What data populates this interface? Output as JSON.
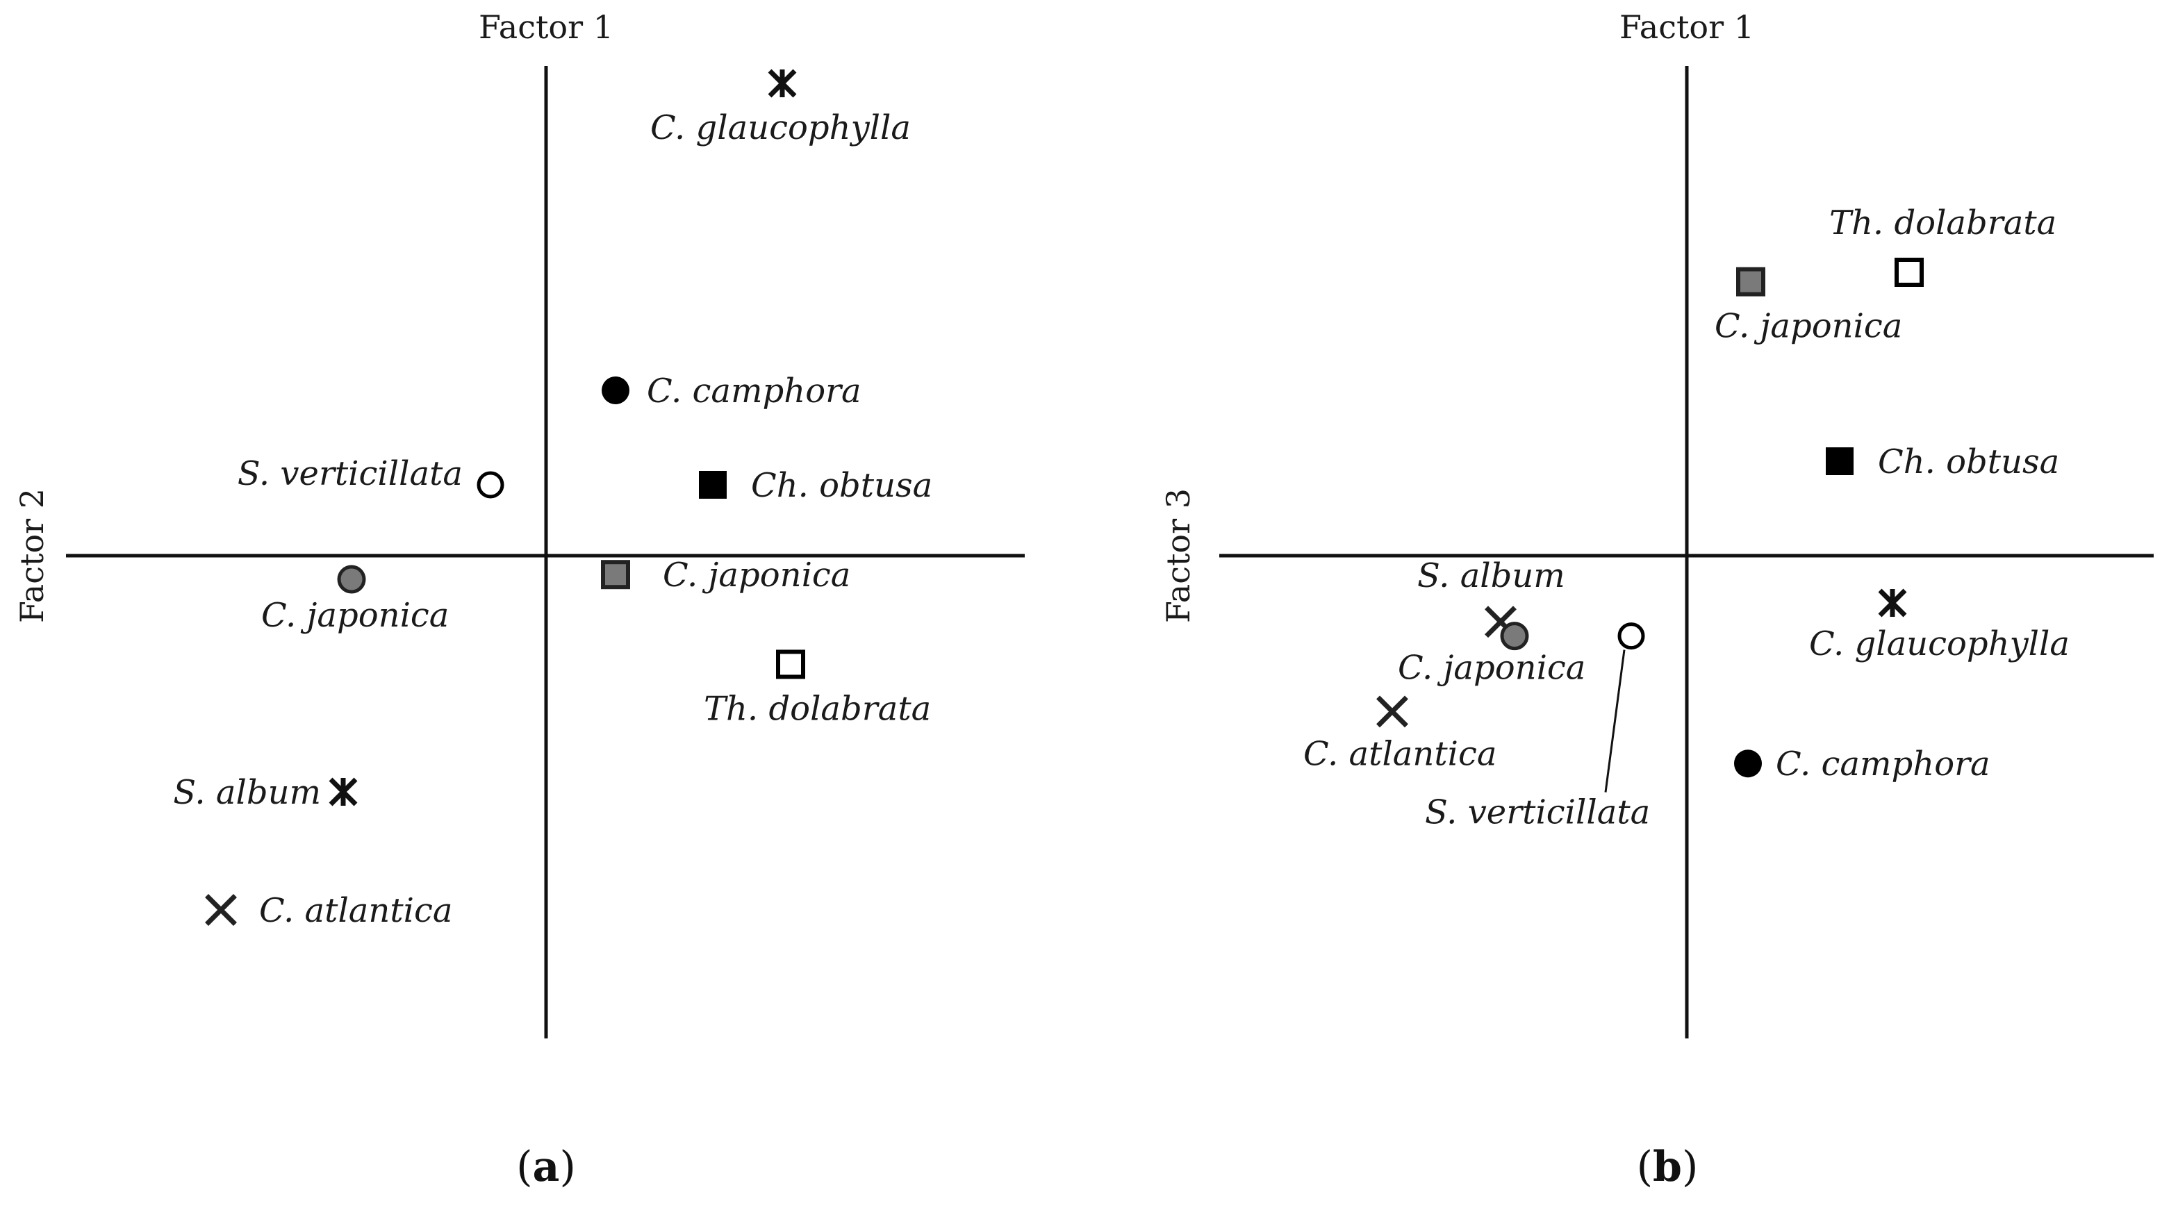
{
  "chart_data": [
    {
      "type": "scatter",
      "panel_label": "a",
      "xlabel": "Factor 2",
      "ylabel": "Factor 1",
      "points": [
        {
          "label": "C. glaucophylla",
          "x": 0.85,
          "y": 1.0,
          "marker": "star"
        },
        {
          "label": "C. camphora",
          "x": 0.25,
          "y": 0.35,
          "marker": "filled-circle"
        },
        {
          "label": "Ch. obtusa",
          "x": 0.6,
          "y": 0.15,
          "marker": "filled-square"
        },
        {
          "label": "S. verticillata",
          "x": -0.2,
          "y": 0.15,
          "marker": "open-circle"
        },
        {
          "label": "C. japonica",
          "x": 0.25,
          "y": -0.04,
          "marker": "gray-square"
        },
        {
          "label": "C. japonica",
          "x": -0.7,
          "y": -0.05,
          "marker": "gray-circle"
        },
        {
          "label": "Th. dolabrata",
          "x": 0.88,
          "y": -0.23,
          "marker": "open-square"
        },
        {
          "label": "S. album",
          "x": -0.73,
          "y": -0.5,
          "marker": "star"
        },
        {
          "label": "C. atlantica",
          "x": -1.17,
          "y": -0.75,
          "marker": "cross"
        }
      ]
    },
    {
      "type": "scatter",
      "panel_label": "b",
      "xlabel": "Factor 3",
      "ylabel": "Factor 1",
      "points": [
        {
          "label": "Th. dolabrata",
          "x": 0.8,
          "y": 0.6,
          "marker": "open-square"
        },
        {
          "label": "C. japonica",
          "x": 0.23,
          "y": 0.58,
          "marker": "gray-square"
        },
        {
          "label": "Ch. obtusa",
          "x": 0.55,
          "y": 0.2,
          "marker": "filled-square"
        },
        {
          "label": "C. glaucophylla",
          "x": 0.74,
          "y": -0.1,
          "marker": "star"
        },
        {
          "label": "S. album",
          "x": -0.67,
          "y": -0.14,
          "marker": "cross"
        },
        {
          "label": "C. japonica",
          "x": -0.62,
          "y": -0.17,
          "marker": "gray-circle"
        },
        {
          "label": "S. verticillata",
          "x": -0.2,
          "y": -0.17,
          "marker": "open-circle"
        },
        {
          "label": "C. atlantica",
          "x": -1.06,
          "y": -0.33,
          "marker": "cross"
        },
        {
          "label": "C. camphora",
          "x": 0.22,
          "y": -0.44,
          "marker": "filled-circle"
        }
      ]
    }
  ]
}
